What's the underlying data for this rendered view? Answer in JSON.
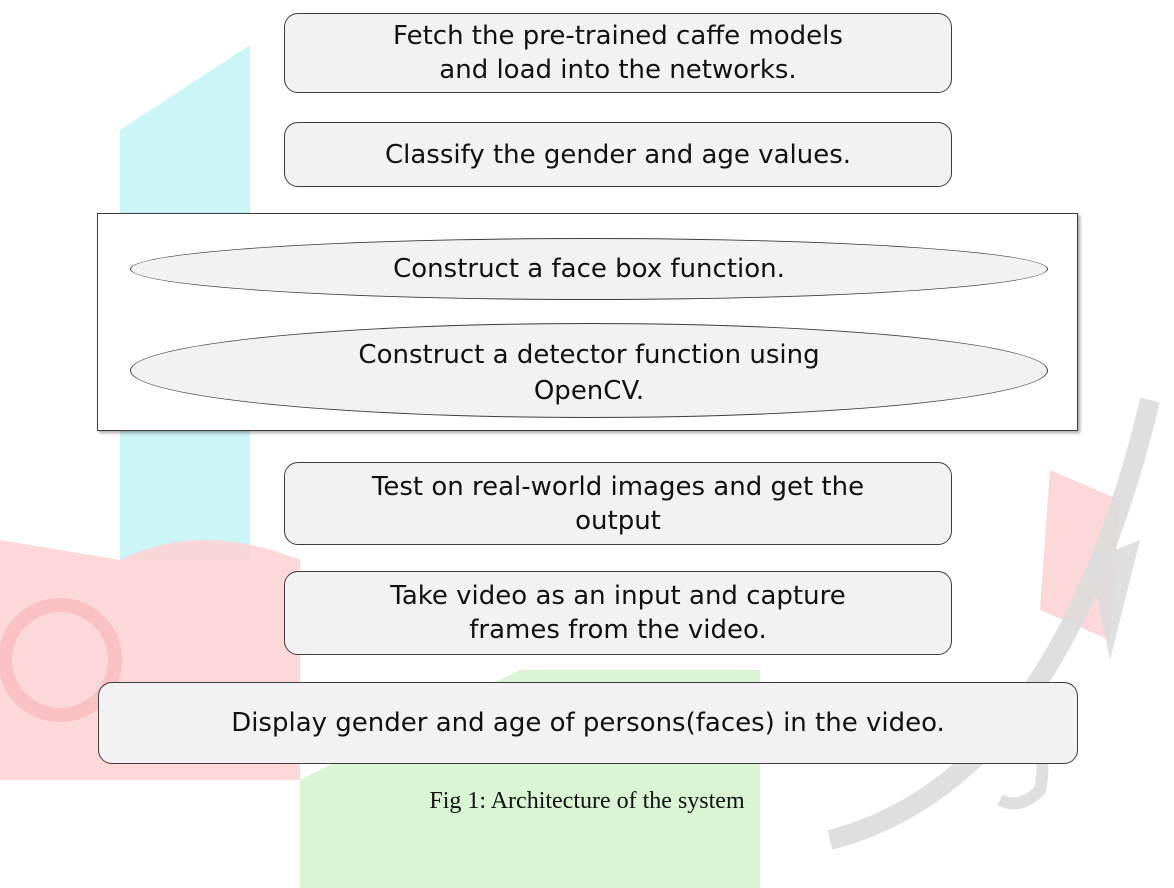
{
  "diagram": {
    "steps": [
      {
        "id": "fetch-models",
        "text": "Fetch the pre-trained caffe models\nand load into the networks."
      },
      {
        "id": "classify",
        "text": "Classify the gender and age values."
      },
      {
        "id": "test-images",
        "text": "Test on real-world images and get the\noutput"
      },
      {
        "id": "video-input",
        "text": "Take video as an input and capture\nframes from the video."
      },
      {
        "id": "display",
        "text": "Display gender and age of persons(faces) in the video."
      }
    ],
    "group": {
      "ellipses": [
        {
          "id": "face-box",
          "text": "Construct a face box function."
        },
        {
          "id": "detector",
          "text": "Construct a detector function using\nOpenCV."
        }
      ]
    }
  },
  "caption": "Fig 1: Architecture of the system",
  "colors": {
    "box_fill": "#f2f2f2",
    "border": "#3d3d3d",
    "watermark_cyan": "#bff3f6",
    "watermark_red": "#fcd4d4",
    "watermark_green": "#d3f3cc",
    "watermark_gray": "#dcdcdc"
  }
}
